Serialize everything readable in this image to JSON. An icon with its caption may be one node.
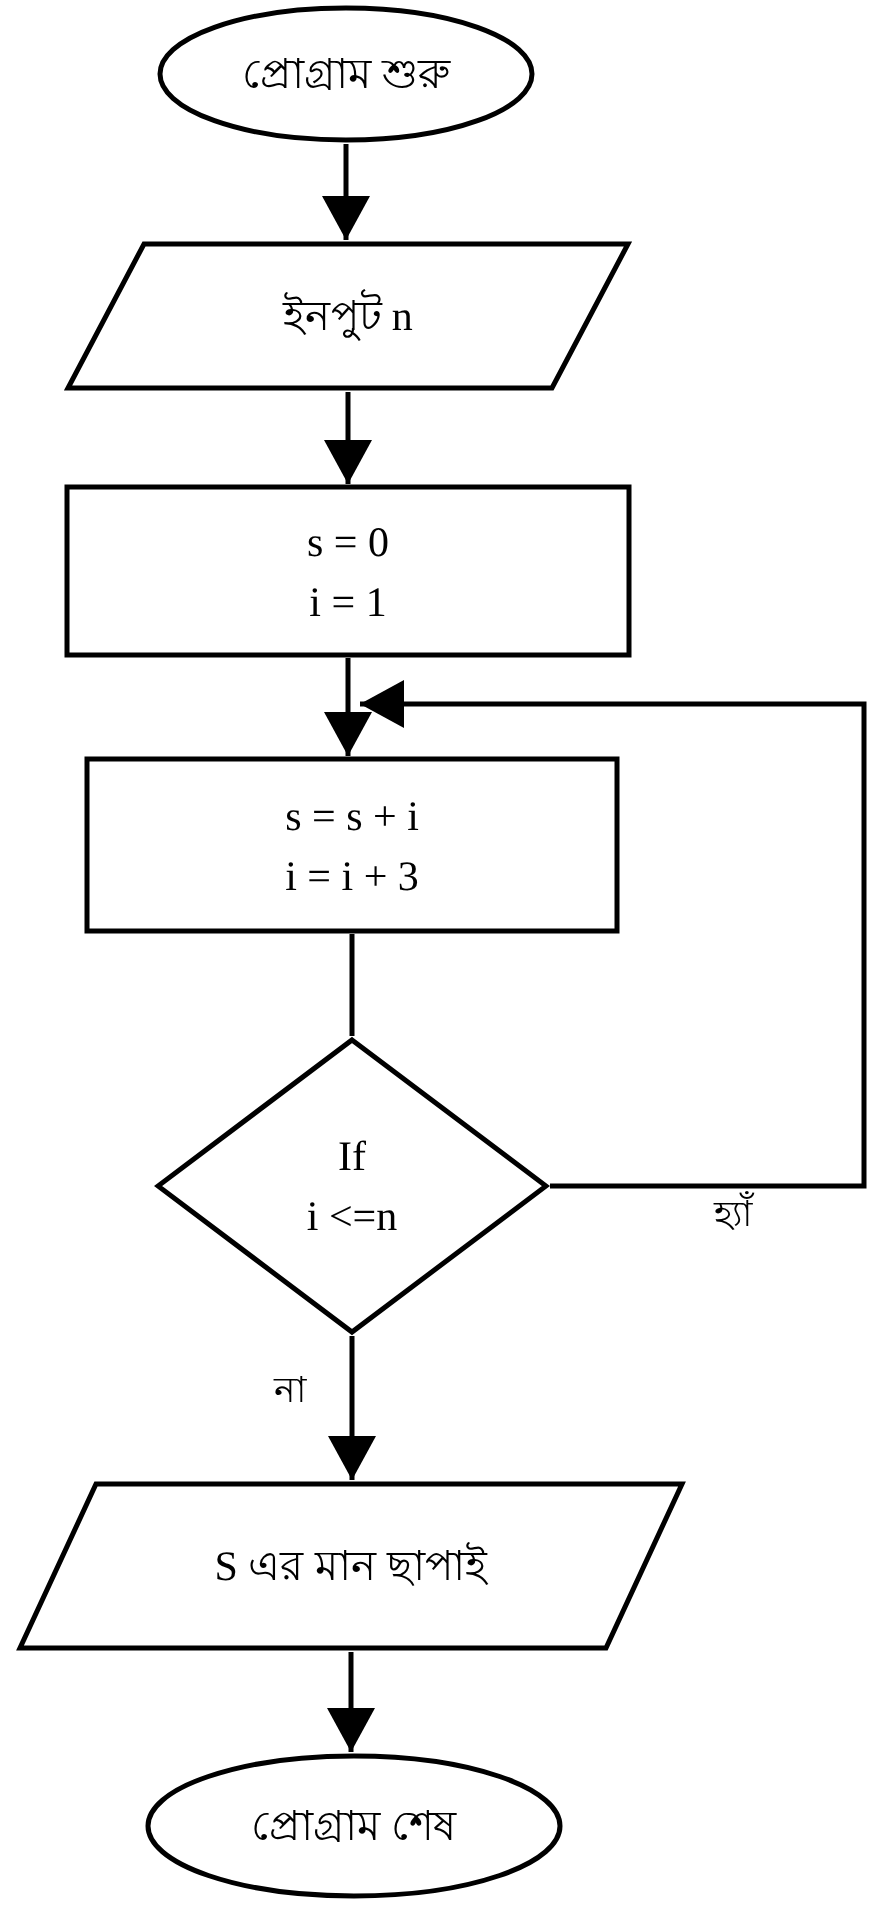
{
  "diagram": {
    "nodes": [
      {
        "text": [
          "প্রোগ্রাম শুরু"
        ]
      },
      {
        "text": [
          "ইনপুট n"
        ]
      },
      {
        "text": [
          "s = 0",
          "i = 1"
        ]
      },
      {
        "text": [
          "s = s + i",
          "i = i + 3"
        ]
      },
      {
        "text": [
          "If",
          "i <=n"
        ]
      },
      {
        "text": [
          "S এর মান ছাপাই"
        ]
      },
      {
        "text": [
          "প্রোগ্রাম শেষ"
        ]
      }
    ],
    "edges": [
      {
        "from": 0,
        "to": 1,
        "arrow": "to"
      },
      {
        "from": 1,
        "to": 2,
        "arrow": "to"
      },
      {
        "from": 2,
        "to": 3,
        "arrow": "to"
      },
      {
        "from": 3,
        "to": 4,
        "arrow": "none"
      },
      {
        "from": 4,
        "to": 3,
        "arrow": "to",
        "label": "হ্যাঁ"
      },
      {
        "from": 4,
        "to": 5,
        "arrow": "to",
        "label": "না"
      },
      {
        "from": 5,
        "to": 6,
        "arrow": "to"
      }
    ]
  }
}
